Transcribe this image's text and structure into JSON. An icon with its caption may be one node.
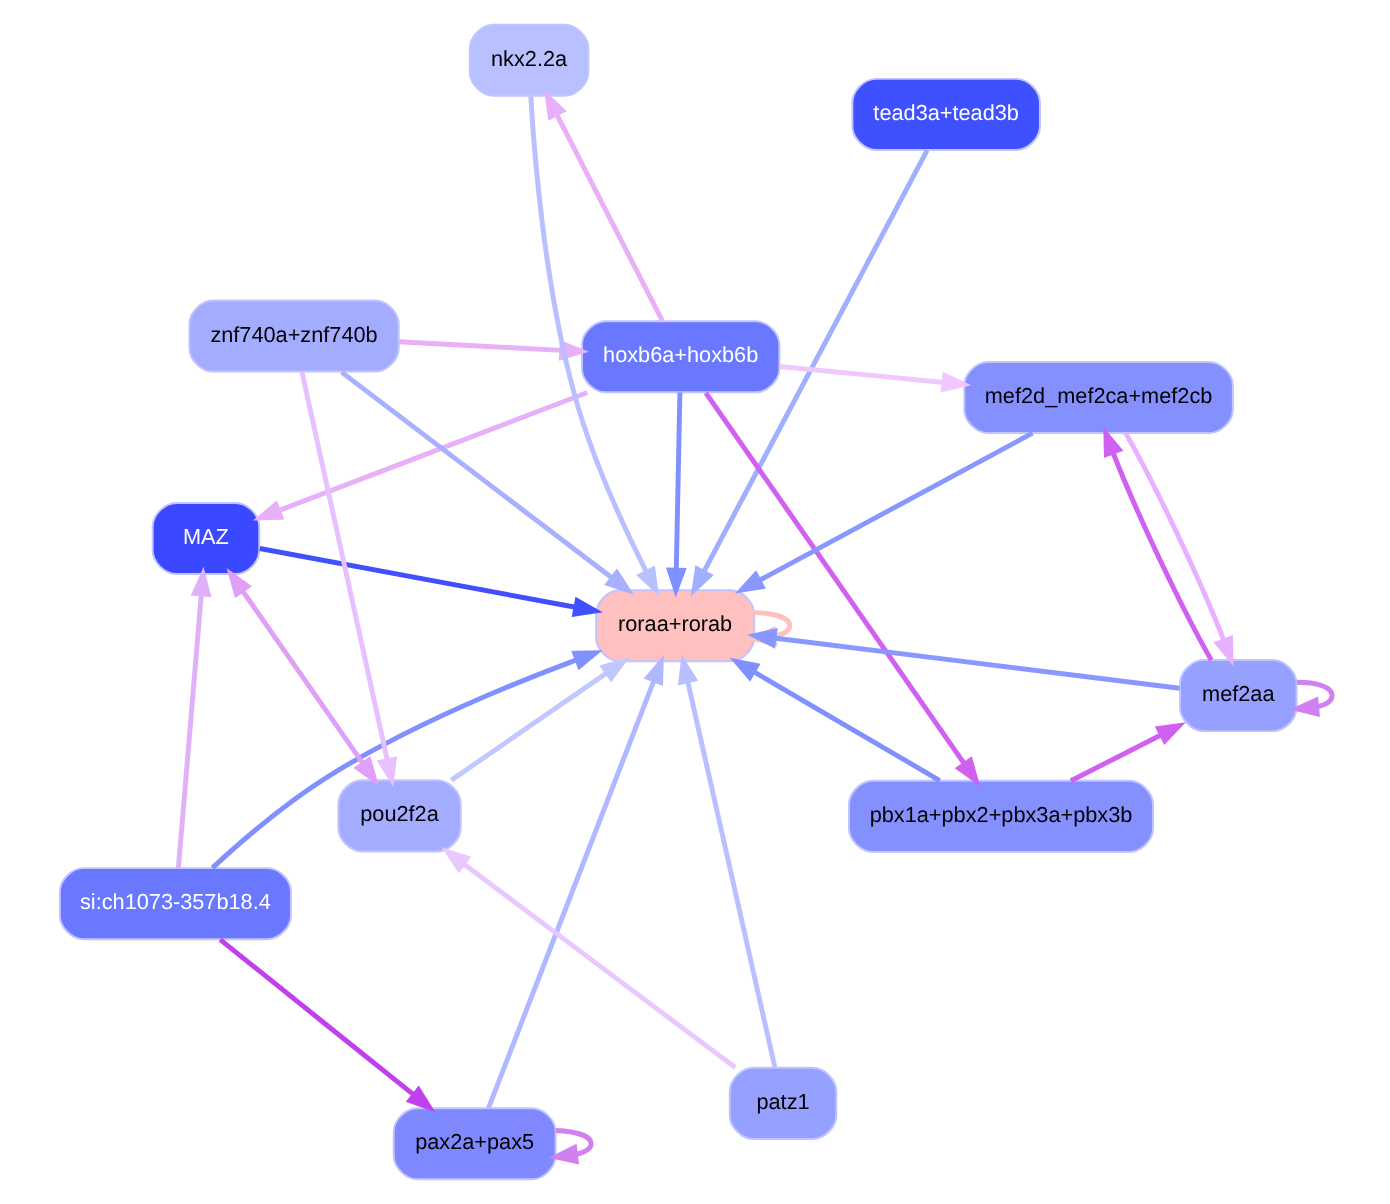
{
  "diagram": {
    "nodes": [
      {
        "text": [
          "si:ch1073-357b18.4"
        ]
      },
      {
        "text": [
          "tead3a+tead3b"
        ]
      },
      {
        "text": [
          "pax2a+pax5"
        ]
      },
      {
        "text": [
          "pou2f2a"
        ]
      },
      {
        "text": [
          "hoxb6a+hoxb6b"
        ]
      },
      {
        "text": [
          "roraa+rorab"
        ]
      },
      {
        "text": [
          "MAZ"
        ]
      },
      {
        "text": [
          "mef2d_mef2ca+mef2cb"
        ]
      },
      {
        "text": [
          "znf740a+znf740b"
        ]
      },
      {
        "text": [
          "pbx1a+pbx2+pbx3a+pbx3b"
        ]
      },
      {
        "text": [
          "patz1"
        ]
      },
      {
        "text": [
          "nkx2.2a"
        ]
      },
      {
        "text": [
          "mef2aa"
        ]
      }
    ],
    "edges": [
      {
        "from": 0,
        "to": 2,
        "arrow": "to",
        "color": "#c040f0"
      },
      {
        "from": 0,
        "to": 5,
        "arrow": "to",
        "color": "#8090ff"
      },
      {
        "from": 0,
        "to": 6,
        "arrow": "to",
        "color": "#e0b0f8"
      },
      {
        "from": 1,
        "to": 5,
        "arrow": "to",
        "color": "#a0b0ff"
      },
      {
        "from": 2,
        "to": 2,
        "arrow": "to",
        "color": "#d080f0"
      },
      {
        "from": 2,
        "to": 5,
        "arrow": "to",
        "color": "#b0b8ff"
      },
      {
        "from": 3,
        "to": 5,
        "arrow": "to",
        "color": "#c0c8ff"
      },
      {
        "from": 3,
        "to": 6,
        "arrow": "both",
        "color": "#e0a0f8"
      },
      {
        "from": 4,
        "to": 6,
        "arrow": "to",
        "color": "#e8b0f8"
      },
      {
        "from": 8,
        "to": 4,
        "arrow": "to",
        "color": "#e8b0f8"
      },
      {
        "from": 4,
        "to": 5,
        "arrow": "to",
        "color": "#8090ff"
      },
      {
        "from": 6,
        "to": 5,
        "arrow": "to",
        "color": "#4050ff"
      },
      {
        "from": 5,
        "to": 5,
        "arrow": "to",
        "color": "#ffc0c0"
      },
      {
        "from": 4,
        "to": 7,
        "arrow": "to",
        "color": "#f0c8ff"
      },
      {
        "from": 4,
        "to": 9,
        "arrow": "to",
        "color": "#d060f0"
      },
      {
        "from": 4,
        "to": 11,
        "arrow": "to",
        "color": "#e8b0f8"
      },
      {
        "from": 7,
        "to": 5,
        "arrow": "to",
        "color": "#8898ff"
      },
      {
        "from": 8,
        "to": 5,
        "arrow": "to",
        "color": "#a8b0ff"
      },
      {
        "from": 8,
        "to": 3,
        "arrow": "to",
        "color": "#e8c0ff"
      },
      {
        "from": 10,
        "to": 3,
        "arrow": "to",
        "color": "#e8c8ff"
      },
      {
        "from": 9,
        "to": 5,
        "arrow": "to",
        "color": "#8090ff"
      },
      {
        "from": 11,
        "to": 5,
        "arrow": "to",
        "color": "#b8c0ff"
      },
      {
        "from": 10,
        "to": 5,
        "arrow": "to",
        "color": "#b8c0ff"
      },
      {
        "from": 12,
        "to": 5,
        "arrow": "to",
        "color": "#8898ff"
      },
      {
        "from": 12,
        "to": 7,
        "arrow": "to",
        "color": "#d060f0"
      },
      {
        "from": 7,
        "to": 12,
        "arrow": "to",
        "color": "#e8b0ff"
      },
      {
        "from": 9,
        "to": 12,
        "arrow": "to",
        "color": "#d060f0"
      },
      {
        "from": 12,
        "to": 12,
        "arrow": "to",
        "color": "#d080f0"
      }
    ]
  }
}
